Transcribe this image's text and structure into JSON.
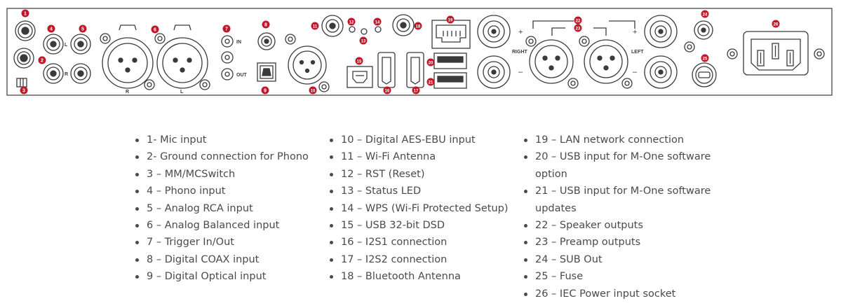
{
  "panel": {
    "markers": [
      "1",
      "2",
      "3",
      "4",
      "5",
      "6",
      "7",
      "8",
      "9",
      "10",
      "11",
      "12",
      "13",
      "14",
      "15",
      "16",
      "17",
      "18",
      "19",
      "20",
      "21",
      "22",
      "23",
      "24",
      "25",
      "26"
    ],
    "labels": {
      "l1": "L",
      "r1": "R",
      "r2": "R",
      "l2": "L",
      "in": "IN",
      "out": "OUT",
      "right": "RIGHT",
      "left": "LEFT",
      "plus": "+",
      "minus": "–"
    },
    "colors": {
      "marker": "#c0182a",
      "line": "#3a3a3a",
      "panel_border": "#555555",
      "text": "#4a4a4a"
    }
  },
  "legend": {
    "col1": [
      "1- Mic input",
      "2- Ground connection for Phono",
      "3 – MM/MCSwitch",
      "4 – Phono input",
      "5 – Analog RCA input",
      "6 – Analog Balanced input",
      "7 – Trigger In/Out",
      "8 – Digital COAX input",
      "9 – Digital Optical input"
    ],
    "col2": [
      "10 – Digital AES-EBU input",
      "11 – Wi-Fi Antenna",
      "12 – RST (Reset)",
      "13 – Status LED",
      "14 – WPS (Wi-Fi Protected Setup)",
      "15 – USB 32-bit DSD",
      "16 – I2S1 connection",
      "17 – I2S2 connection",
      "18 – Bluetooth Antenna"
    ],
    "col3": [
      "19 – LAN network connection",
      "20 – USB input for M-One software",
      "option",
      "21 – USB input for M-One software",
      "updates",
      "22 – Speaker outputs",
      "23 – Preamp outputs",
      "24 – SUB Out",
      "25 – Fuse",
      "26 – IEC Power input socket"
    ]
  }
}
